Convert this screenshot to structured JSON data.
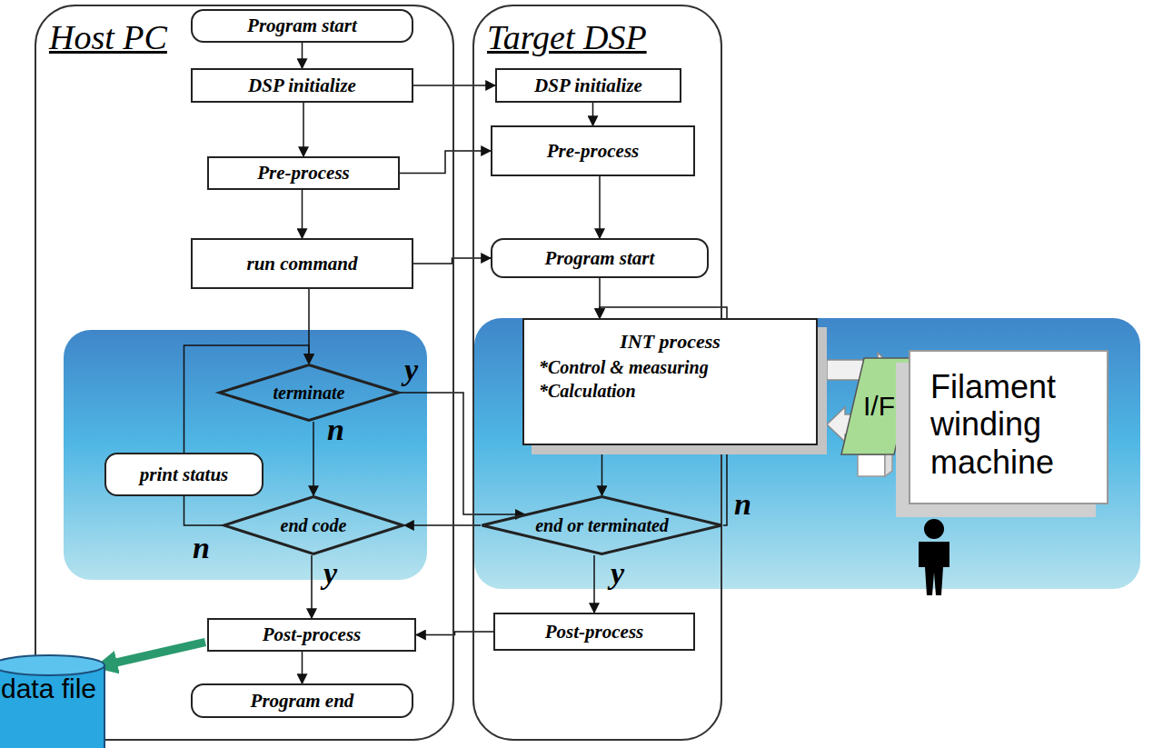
{
  "diagram": {
    "nodes": [
      {
        "text": [
          "Host PC"
        ]
      },
      {
        "text": [
          "Target DSP"
        ]
      },
      {
        "text": [
          "Program start"
        ],
        "in": 0
      },
      {
        "text": [
          "DSP initialize"
        ],
        "in": 0
      },
      {
        "text": [
          "Pre-process"
        ],
        "in": 0
      },
      {
        "text": [
          "run command"
        ],
        "in": 0
      },
      {
        "text": [
          "terminate"
        ],
        "in": 0
      },
      {
        "text": [
          "print status"
        ],
        "in": 0
      },
      {
        "text": [
          "end code"
        ],
        "in": 0
      },
      {
        "text": [
          "Post-process"
        ],
        "in": 0
      },
      {
        "text": [
          "Program end"
        ],
        "in": 0
      },
      {
        "text": [
          "DSP initialize"
        ],
        "in": 1
      },
      {
        "text": [
          "Pre-process"
        ],
        "in": 1
      },
      {
        "text": [
          "Program start"
        ],
        "in": 1
      },
      {
        "text": [
          "INT process",
          "*Control & measuring",
          "*Calculation"
        ],
        "in": 1
      },
      {
        "text": [
          "end or terminated"
        ],
        "in": 1
      },
      {
        "text": [
          "Post-process"
        ],
        "in": 1
      },
      {
        "text": [
          "I/F"
        ]
      },
      {
        "text": [
          "Filament winding machine"
        ]
      },
      {
        "text": [
          "data file"
        ]
      }
    ],
    "edges": [
      {
        "from": 2,
        "to": 3,
        "arrow": "to"
      },
      {
        "from": 3,
        "to": 4,
        "arrow": "to"
      },
      {
        "from": 4,
        "to": 5,
        "arrow": "to"
      },
      {
        "from": 5,
        "to": 6,
        "arrow": "to"
      },
      {
        "from": 6,
        "to": 8,
        "arrow": "to"
      },
      {
        "from": 8,
        "to": 7,
        "arrow": "none"
      },
      {
        "from": 7,
        "to": 6,
        "arrow": "to"
      },
      {
        "from": 8,
        "to": 9,
        "arrow": "to"
      },
      {
        "from": 9,
        "to": 10,
        "arrow": "to"
      },
      {
        "from": 3,
        "to": 11,
        "arrow": "to"
      },
      {
        "from": 4,
        "to": 12,
        "arrow": "to"
      },
      {
        "from": 5,
        "to": 13,
        "arrow": "to"
      },
      {
        "from": 11,
        "to": 12,
        "arrow": "to"
      },
      {
        "from": 12,
        "to": 13,
        "arrow": "to"
      },
      {
        "from": 13,
        "to": 14,
        "arrow": "to"
      },
      {
        "from": 14,
        "to": 15,
        "arrow": "to"
      },
      {
        "from": 15,
        "to": 14,
        "arrow": "to"
      },
      {
        "from": 15,
        "to": 16,
        "arrow": "to"
      },
      {
        "from": 6,
        "to": 15,
        "arrow": "to"
      },
      {
        "from": 15,
        "to": 8,
        "arrow": "to"
      },
      {
        "from": 16,
        "to": 9,
        "arrow": "to"
      },
      {
        "from": 9,
        "to": 19,
        "arrow": "to"
      },
      {
        "from": 14,
        "to": 17,
        "arrow": "none"
      },
      {
        "from": 17,
        "to": 18,
        "arrow": "to"
      },
      {
        "from": 18,
        "to": 17,
        "arrow": "none"
      },
      {
        "from": 17,
        "to": 14,
        "arrow": "to"
      }
    ],
    "labels": [
      "y",
      "n",
      "n",
      "y",
      "n",
      "y"
    ]
  }
}
